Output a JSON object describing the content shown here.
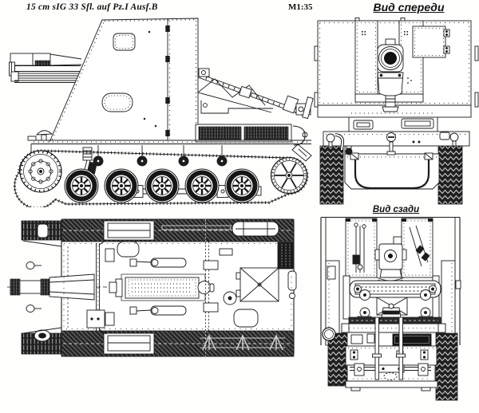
{
  "colors": {
    "ink": "#1b1b1b",
    "paper": "#fefefd"
  },
  "header": {
    "title": "15 cm sIG 33 Sfl. auf Pz.I Ausf.B",
    "scale": "M1:35"
  },
  "labels": {
    "front_view": "Вид спереди",
    "rear_view": "Вид сзади"
  }
}
